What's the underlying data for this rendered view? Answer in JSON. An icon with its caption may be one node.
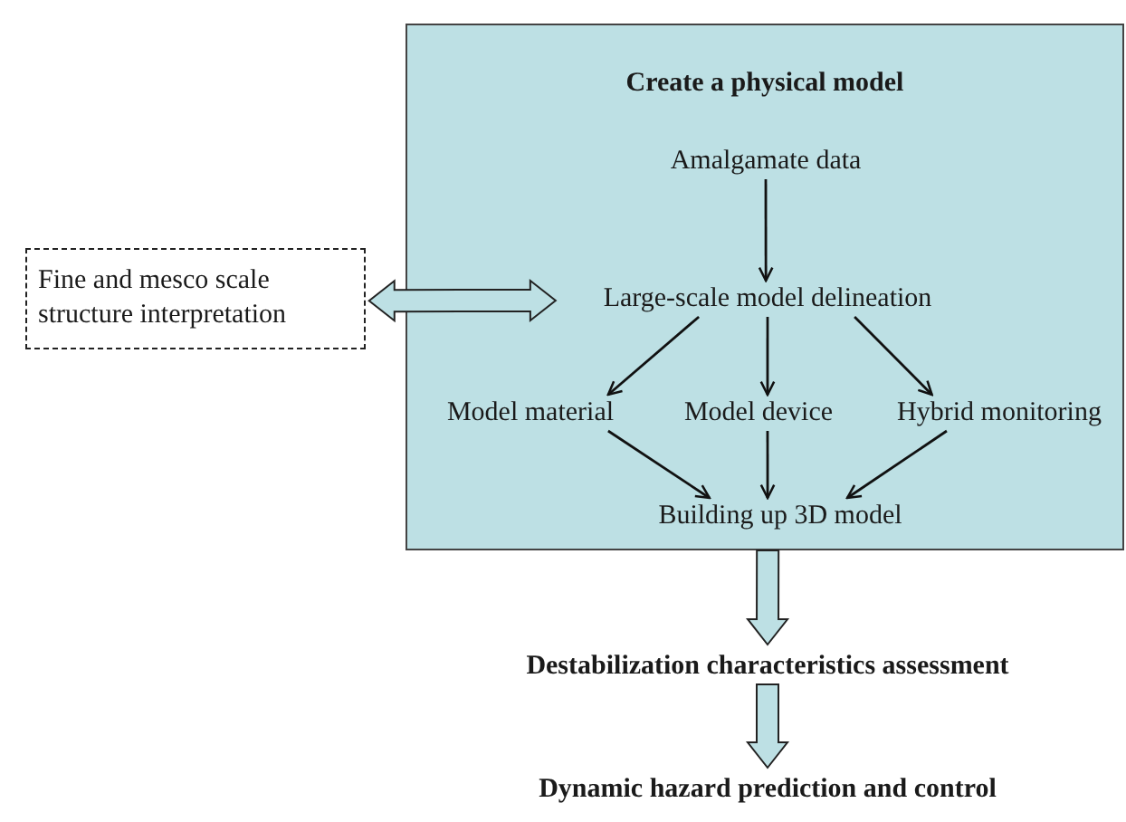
{
  "diagram": {
    "nodes": [
      {
        "text": [
          "Create a physical model"
        ]
      },
      {
        "text": [
          "Amalgamate data"
        ],
        "in": 0
      },
      {
        "text": [
          "Large-scale model delineation"
        ],
        "in": 0
      },
      {
        "text": [
          "Model material"
        ],
        "in": 0
      },
      {
        "text": [
          "Model device"
        ],
        "in": 0
      },
      {
        "text": [
          "Hybrid monitoring"
        ],
        "in": 0
      },
      {
        "text": [
          "Building up 3D model"
        ],
        "in": 0
      },
      {
        "text": [
          "Fine and mesco scale structure interpretation"
        ]
      },
      {
        "text": [
          "Destabilization characteristics assessment"
        ]
      },
      {
        "text": [
          "Dynamic hazard prediction and control"
        ]
      }
    ],
    "edges": [
      {
        "from": 1,
        "to": 2,
        "arrow": "to"
      },
      {
        "from": 2,
        "to": 3,
        "arrow": "to"
      },
      {
        "from": 2,
        "to": 4,
        "arrow": "to"
      },
      {
        "from": 2,
        "to": 5,
        "arrow": "to"
      },
      {
        "from": 3,
        "to": 6,
        "arrow": "to"
      },
      {
        "from": 4,
        "to": 6,
        "arrow": "to"
      },
      {
        "from": 5,
        "to": 6,
        "arrow": "to"
      },
      {
        "from": 7,
        "to": 2,
        "arrow": "both",
        "style": "thick"
      },
      {
        "from": 0,
        "to": 8,
        "arrow": "to",
        "style": "thick"
      },
      {
        "from": 8,
        "to": 9,
        "arrow": "to",
        "style": "thick"
      }
    ]
  }
}
